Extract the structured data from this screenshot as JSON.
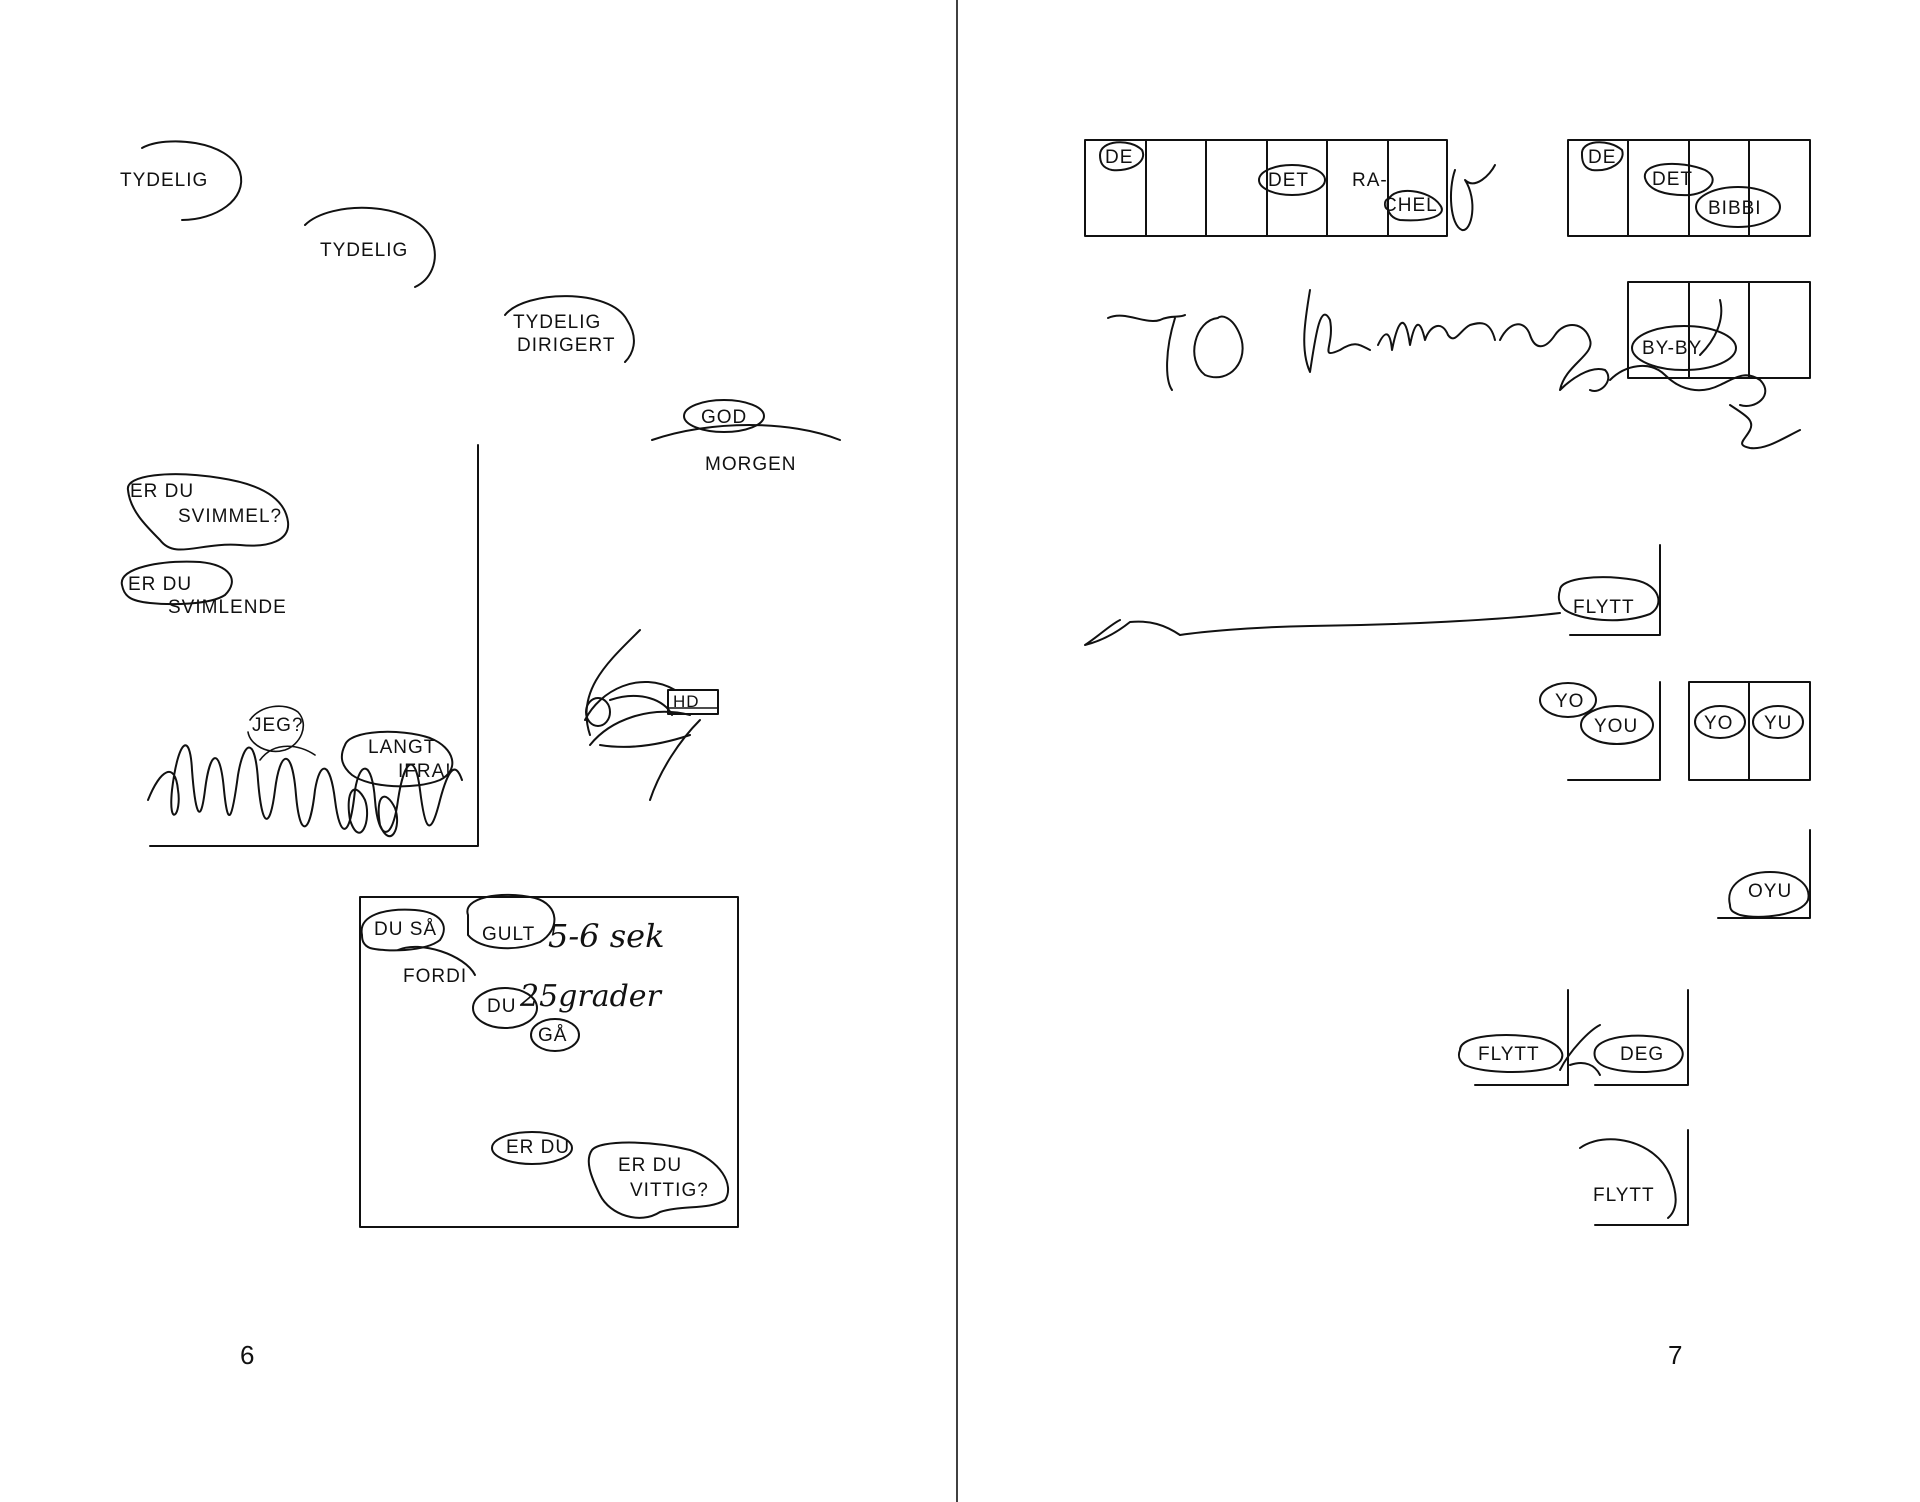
{
  "left_page": {
    "page_number": "6",
    "words": {
      "tydelig_1": "TYDELIG",
      "tydelig_2": "TYDELIG",
      "tydelig_3": "TYDELIG",
      "dirigert": "DIRIGERT",
      "god": "GOD",
      "morgen": "MORGEN",
      "er_du_1": "ER DU",
      "svimmel": "SVIMMEL?",
      "er_du_2": "ER DU",
      "svimlende": "SVIMLENDE",
      "jeg": "JEG?",
      "langt": "LANGT",
      "ifra": "IFRA!",
      "hd": "HD",
      "du_sa": "DU SÅ",
      "gult": "GULT",
      "fordi": "FORDI",
      "du": "DU",
      "ga": "GÅ",
      "handwritten_1": "5-6 sek",
      "handwritten_2": "25grader",
      "er_du_3": "ER DU",
      "er_du_4": "ER DU",
      "vittig": "VITTIG?"
    }
  },
  "right_page": {
    "page_number": "7",
    "words": {
      "de_1": "DE",
      "det_1": "DET",
      "ra": "RA-",
      "chel": "CHEL",
      "de_2": "DE",
      "det_2": "DET",
      "bibbi": "BIBBI",
      "by_by": "BY-BY",
      "flytt_1": "FLYTT",
      "yo_1": "YO",
      "you": "YOU",
      "yo_2": "YO",
      "yu": "YU",
      "oyu": "OYU",
      "flytt_2": "FLYTT",
      "deg": "DEG",
      "flytt_3": "FLYTT"
    }
  },
  "colors": {
    "ink": "#111111",
    "paper": "#ffffff",
    "gutter": "#333333"
  }
}
